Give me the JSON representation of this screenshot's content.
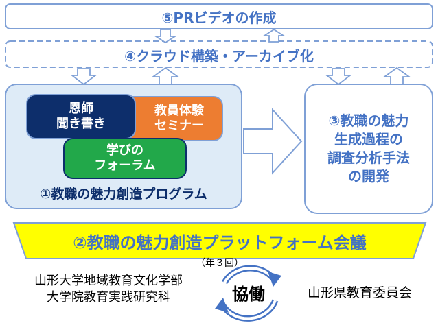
{
  "top_box": {
    "label": "⑤PRビデオの作成"
  },
  "cloud_box": {
    "label": "④クラウド構築・アーカイブ化"
  },
  "program_box": {
    "label": "①教職の魅力創造プログラム",
    "items": [
      {
        "label": "恩師\n聞き書き"
      },
      {
        "label": "教員体験\nセミナー"
      },
      {
        "label": "学びの\nフォーラム"
      }
    ]
  },
  "research_box": {
    "label": "③教職の魅力\n生成過程の\n調査分析手法\nの開発"
  },
  "platform_band": {
    "label": "②教職の魅力創造プラットフォーム会議",
    "note": "（年３回）"
  },
  "collaboration": {
    "left_party": "山形大学地域教育文化学部\n大学院教育実践研究科",
    "center": "協働",
    "right_party": "山形県教育委員会"
  },
  "colors": {
    "accent_blue": "#4472C4",
    "panel_fill": "#DEEBF7",
    "navy": "#0D2E6B",
    "orange": "#ED7D31",
    "green": "#22A84A",
    "yellow": "#FFFF00"
  }
}
